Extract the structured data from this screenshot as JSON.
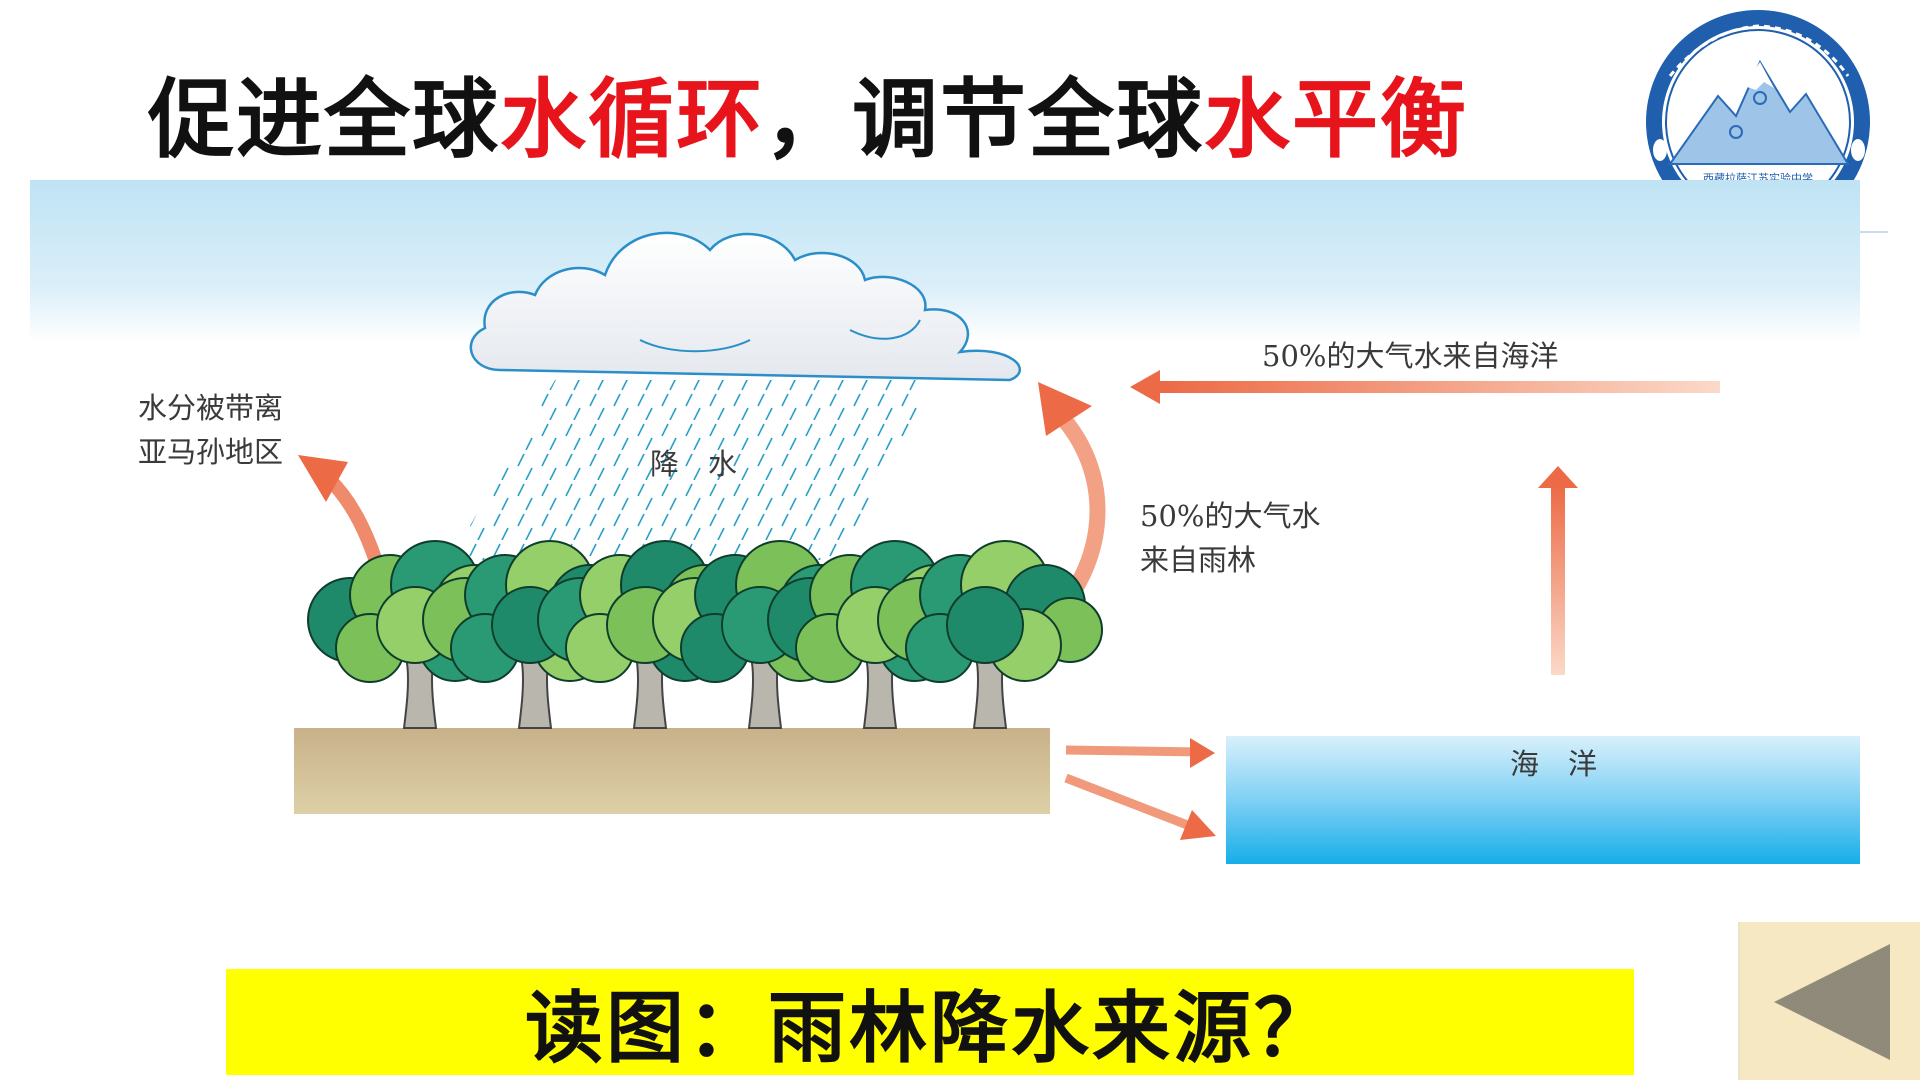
{
  "title": {
    "part1": "促进全球",
    "part2": "水循环",
    "part3": "，调节全球",
    "part4": "水平衡"
  },
  "logo": {
    "caption": "西藏拉萨江苏实验中学"
  },
  "diagram": {
    "left_label_line1": "水分被带离",
    "left_label_line2": "亚马孙地区",
    "precip_label": "降　水",
    "rainforest_label_line1": "50%的大气水",
    "rainforest_label_line2": "来自雨林",
    "ocean_source_label": "50%的大气水来自海洋",
    "ocean_label": "海　洋"
  },
  "question": "读图：雨林降水来源？",
  "colors": {
    "accent": "#e8141b",
    "question_bg": "#ffff00",
    "arrow": "#ee7b5c",
    "ocean": "#2bb6ee"
  },
  "icons": {
    "back": "triangle-left-icon"
  }
}
